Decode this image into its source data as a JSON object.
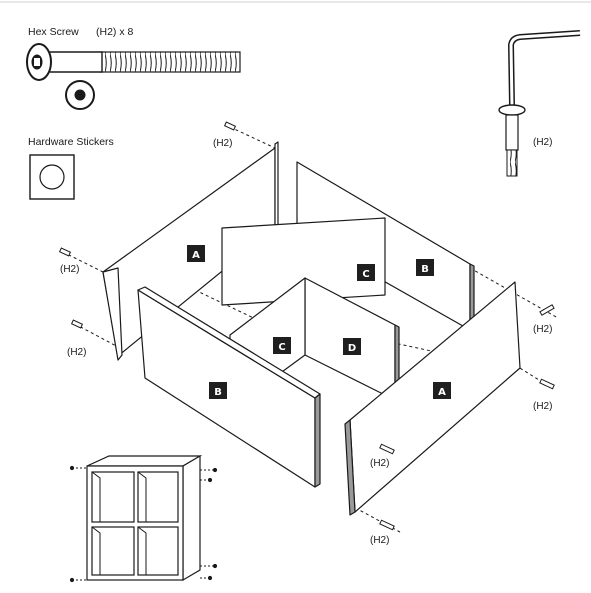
{
  "hardware": {
    "screw_title": "Hex Screw",
    "screw_qty": "(H2) x 8",
    "stickers_title": "Hardware Stickers"
  },
  "callouts": {
    "allen_key": "(H2)",
    "top_left": "(H2)",
    "mid_left_a": "(H2)",
    "mid_left_b": "(H2)",
    "right_a": "(H2)",
    "right_b": "(H2)",
    "bottom_a": "(H2)",
    "bottom_b": "(H2)"
  },
  "panels": {
    "back_left": "A",
    "back_right": "B",
    "center_back": "C",
    "center_front": "C",
    "divider_right": "D",
    "front_left": "B",
    "front_right": "A"
  },
  "colors": {
    "line": "#1a1a1a",
    "tag_fill": "#1f1f1f",
    "edge_fill": "#9a9a9a",
    "panel_fill": "#ffffff"
  },
  "icons": [
    "hex-screw-icon",
    "washer-icon",
    "sticker-icon",
    "allen-key-icon",
    "cube-preview-icon"
  ]
}
